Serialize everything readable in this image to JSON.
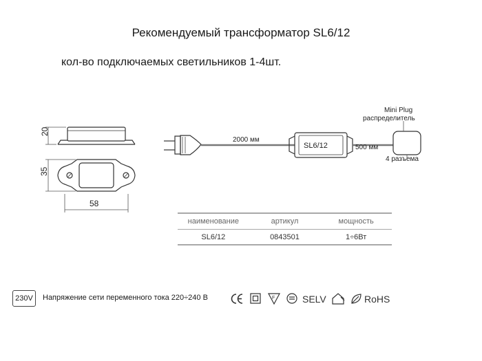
{
  "document": {
    "title": "Рекомендуемый трансформатор SL6/12",
    "subtitle": "кол-во подключаемых светильников 1-4шт."
  },
  "drawing": {
    "dim_height": "20",
    "dim_depth": "35",
    "dim_width": "58",
    "cable_length_main": "2000 мм",
    "transformer_label": "SL6/12",
    "cable_length_out": "500 мм",
    "plug_title": "Mini Plug",
    "plug_subtitle": "распределитель",
    "plug_ports": "4 разъема"
  },
  "spec_table": {
    "headers": [
      "наименование",
      "артикул",
      "мощность"
    ],
    "rows": [
      [
        "SL6/12",
        "0843501",
        "1÷6Вт"
      ]
    ]
  },
  "footer": {
    "voltage_badge": "230V",
    "voltage_text": "Напряжение сети переменного тока 220÷240 В",
    "certifications": [
      "CE",
      "class-II",
      "F-mark",
      "thermal",
      "SELV",
      "indoor",
      "leaf",
      "RoHS"
    ],
    "selv_label": "SELV",
    "rohs_label": "RoHS"
  }
}
